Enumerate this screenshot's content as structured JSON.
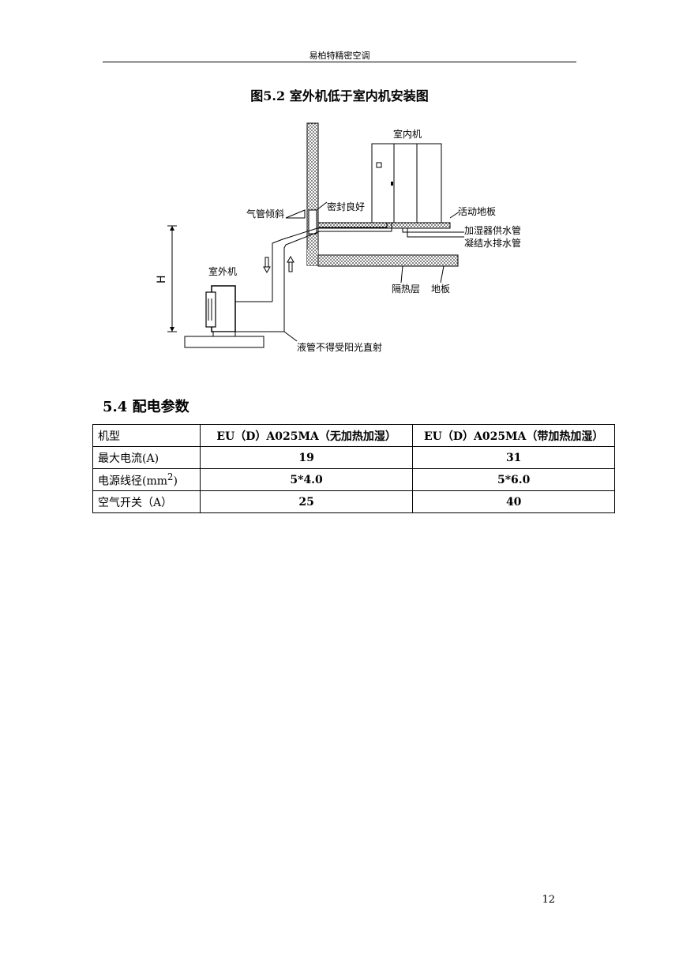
{
  "header": {
    "title": "易柏特精密空调"
  },
  "figure": {
    "caption": "图5.2  室外机低于室内机安装图",
    "labels": {
      "indoor_unit": "室内机",
      "outdoor_unit": "室外机",
      "gas_pipe_slope": "气管倾斜",
      "seal_good": "密封良好",
      "raised_floor": "活动地板",
      "humidifier_supply": "加湿器供水管",
      "condensate_drain": "凝结水排水管",
      "insulation_layer": "隔热层",
      "floor": "地板",
      "liquid_pipe_note": "液管不得受阳光直射",
      "height_symbol": "H"
    }
  },
  "section": {
    "title": "5.4 配电参数"
  },
  "table": {
    "header": [
      "机型",
      "EU（D）A025MA（无加热加湿）",
      "EU（D）A025MA（带加热加湿）"
    ],
    "rows": [
      {
        "label": "最大电流(A)",
        "values": [
          "19",
          "31"
        ]
      },
      {
        "label": "电源线径(mm",
        "sup": "2",
        "label_end": ")",
        "values": [
          "5*4.0",
          "5*6.0"
        ]
      },
      {
        "label": "空气开关（A）",
        "values": [
          "25",
          "40"
        ]
      }
    ]
  },
  "footer": {
    "page_number": "12"
  }
}
